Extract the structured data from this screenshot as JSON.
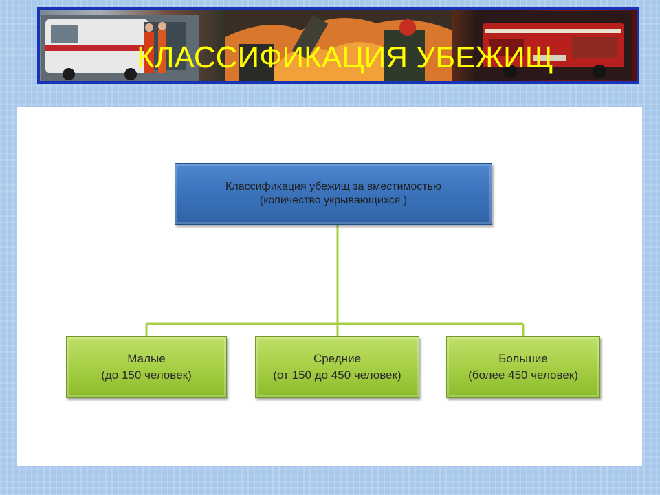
{
  "header": {
    "title": "КЛАССИФИКАЦИЯ  УБЕЖИЩ"
  },
  "diagram": {
    "root": {
      "line1": "Классификация убежищ за вместимостью",
      "line2": "(копичество укрывающихся )"
    },
    "children": [
      {
        "title": "Малые",
        "detail": "(до 150 человек)"
      },
      {
        "title": "Средние",
        "detail": "(от 150 до 450 человек)"
      },
      {
        "title": "Большие",
        "detail": "(более 450 человек)"
      }
    ]
  },
  "colors": {
    "banner_border": "#1733b6",
    "title_text": "#ffff00",
    "root_fill": "#3c74bd",
    "leaf_fill": "#a6cf45",
    "connector": "#a6cf45"
  }
}
